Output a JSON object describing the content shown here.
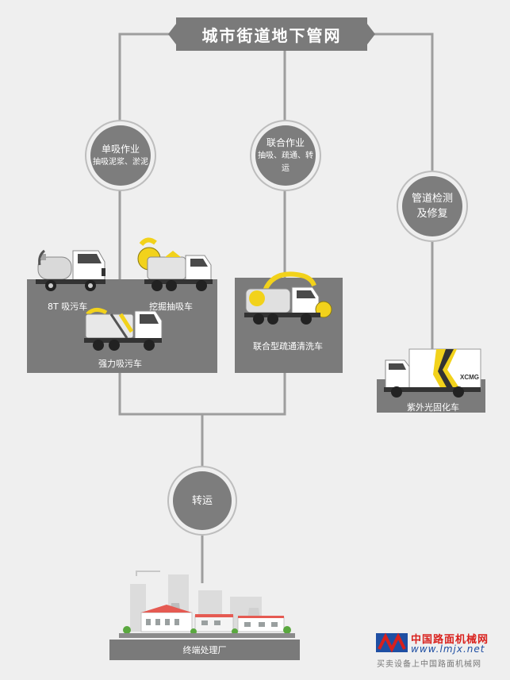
{
  "title": "城市街道地下管网",
  "branches": [
    {
      "line1": "单吸作业",
      "line2": "抽吸泥浆、淤泥"
    },
    {
      "line1": "联合作业",
      "line2": "抽吸、疏通、转运"
    },
    {
      "line1": "管道检测",
      "line2": "及修复"
    }
  ],
  "vehicles": {
    "truck_8t": "8T 吸污车",
    "excavation": "挖掘抽吸车",
    "strong_suction": "强力吸污车",
    "combined": "联合型疏通清洗车",
    "uv_curing": "紫外光固化车"
  },
  "transfer": "转运",
  "terminal": "终端处理厂",
  "watermark": {
    "cn": "中国路面机械网",
    "url": "www.lmjx.net",
    "sub": "买卖设备上中国路面机械网"
  },
  "colors": {
    "background": "#efefef",
    "box": "#7a7a7a",
    "line": "#9e9e9e",
    "accent_yellow": "#f2d21b",
    "brand_red": "#d9201c",
    "brand_blue": "#1f4fa3"
  }
}
